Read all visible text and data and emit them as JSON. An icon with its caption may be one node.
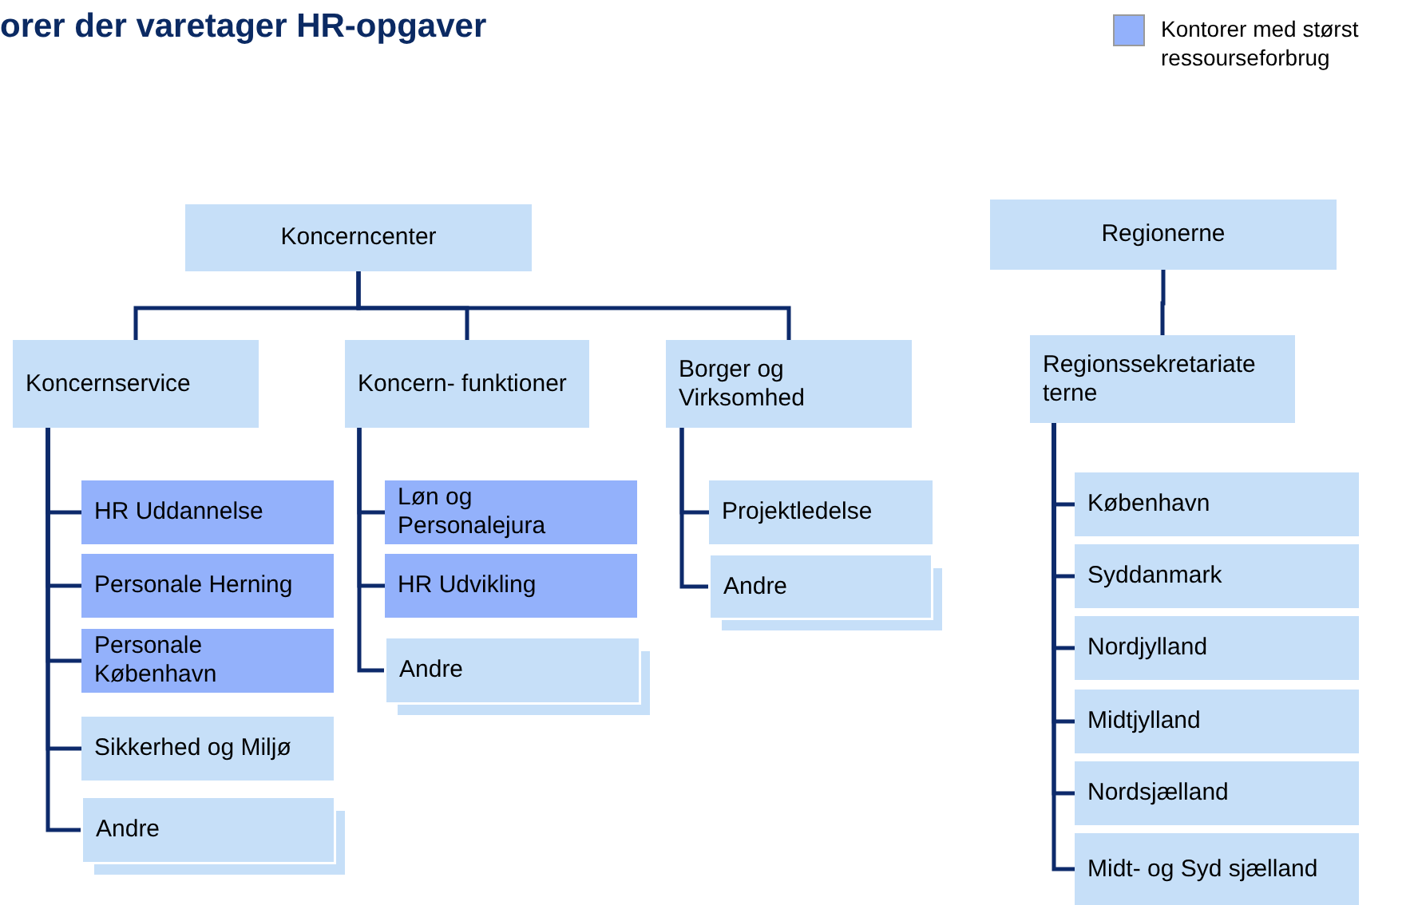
{
  "diagram": {
    "title": "orer der varetager HR-opgaver",
    "nodes": [
      {
        "text": [
          "Koncerncenter"
        ]
      },
      {
        "text": [
          "Koncernservice"
        ]
      },
      {
        "text": [
          "Koncern- funktioner"
        ]
      },
      {
        "text": [
          "Borger og Virksomhed"
        ]
      },
      {
        "text": [
          "HR Uddannelse"
        ]
      },
      {
        "text": [
          "Personale Herning"
        ]
      },
      {
        "text": [
          "Personale København"
        ]
      },
      {
        "text": [
          "Sikkerhed og Miljø"
        ]
      },
      {
        "text": [
          "Andre"
        ]
      },
      {
        "text": [
          "Løn og Personalejura"
        ]
      },
      {
        "text": [
          "HR Udvikling"
        ]
      },
      {
        "text": [
          "Andre"
        ]
      },
      {
        "text": [
          "Projektledelse"
        ]
      },
      {
        "text": [
          "Andre"
        ]
      },
      {
        "text": [
          "Regionerne"
        ]
      },
      {
        "text": [
          "Regionssekretariate terne"
        ]
      },
      {
        "text": [
          "København"
        ]
      },
      {
        "text": [
          "Syddanmark"
        ]
      },
      {
        "text": [
          "Nordjylland"
        ]
      },
      {
        "text": [
          "Midtjylland"
        ]
      },
      {
        "text": [
          "Nordsjælland"
        ]
      },
      {
        "text": [
          "Midt- og Syd sjælland"
        ]
      }
    ],
    "edges": [
      {
        "from": 0,
        "to": 1,
        "arrow": "none"
      },
      {
        "from": 0,
        "to": 2,
        "arrow": "none"
      },
      {
        "from": 0,
        "to": 3,
        "arrow": "none"
      },
      {
        "from": 1,
        "to": 4,
        "arrow": "none"
      },
      {
        "from": 1,
        "to": 5,
        "arrow": "none"
      },
      {
        "from": 1,
        "to": 6,
        "arrow": "none"
      },
      {
        "from": 1,
        "to": 7,
        "arrow": "none"
      },
      {
        "from": 1,
        "to": 8,
        "arrow": "none"
      },
      {
        "from": 2,
        "to": 9,
        "arrow": "none"
      },
      {
        "from": 2,
        "to": 10,
        "arrow": "none"
      },
      {
        "from": 2,
        "to": 11,
        "arrow": "none"
      },
      {
        "from": 3,
        "to": 12,
        "arrow": "none"
      },
      {
        "from": 3,
        "to": 13,
        "arrow": "none"
      },
      {
        "from": 14,
        "to": 15,
        "arrow": "none"
      },
      {
        "from": 15,
        "to": 16,
        "arrow": "none"
      },
      {
        "from": 15,
        "to": 17,
        "arrow": "none"
      },
      {
        "from": 15,
        "to": 18,
        "arrow": "none"
      },
      {
        "from": 15,
        "to": 19,
        "arrow": "none"
      },
      {
        "from": 15,
        "to": 20,
        "arrow": "none"
      },
      {
        "from": 15,
        "to": 21,
        "arrow": "none"
      }
    ],
    "legend": [
      {
        "text": "Kontorer med størst ressourseforbrug",
        "color": "#93b1fb"
      }
    ]
  }
}
